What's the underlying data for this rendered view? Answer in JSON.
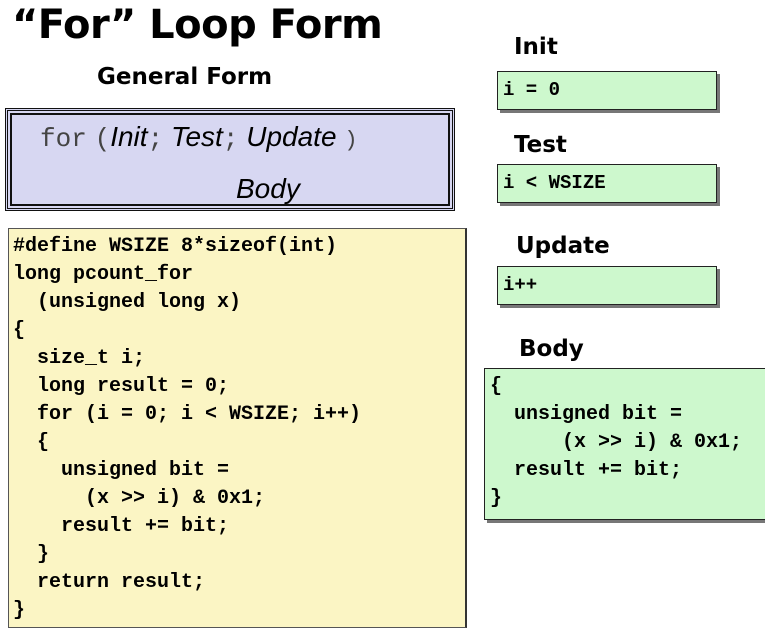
{
  "slide": {
    "title": "“For” Loop Form",
    "general_heading": "General Form",
    "general_form": {
      "keyword": "for",
      "open_paren": "(",
      "init": "Init",
      "semi1": ";",
      "test": "Test",
      "semi2": ";",
      "update": "Update",
      "close_paren": ")",
      "body": "Body"
    },
    "code": "#define WSIZE 8*sizeof(int)\nlong pcount_for\n  (unsigned long x)\n{\n  size_t i;\n  long result = 0;\n  for (i = 0; i < WSIZE; i++)\n  {\n    unsigned bit =\n      (x >> i) & 0x1;\n    result += bit;\n  }\n  return result;\n}",
    "init": {
      "label": "Init",
      "code": "i = 0"
    },
    "test": {
      "label": "Test",
      "code": "i < WSIZE"
    },
    "update": {
      "label": "Update",
      "code": "i++"
    },
    "body": {
      "label": "Body",
      "code": "{\n  unsigned bit =\n      (x >> i) & 0x1;\n  result += bit;\n}"
    },
    "colors": {
      "general_box": "#d7d7f2",
      "code_box": "#fbf5c4",
      "side_box": "#cdf8cd"
    }
  }
}
